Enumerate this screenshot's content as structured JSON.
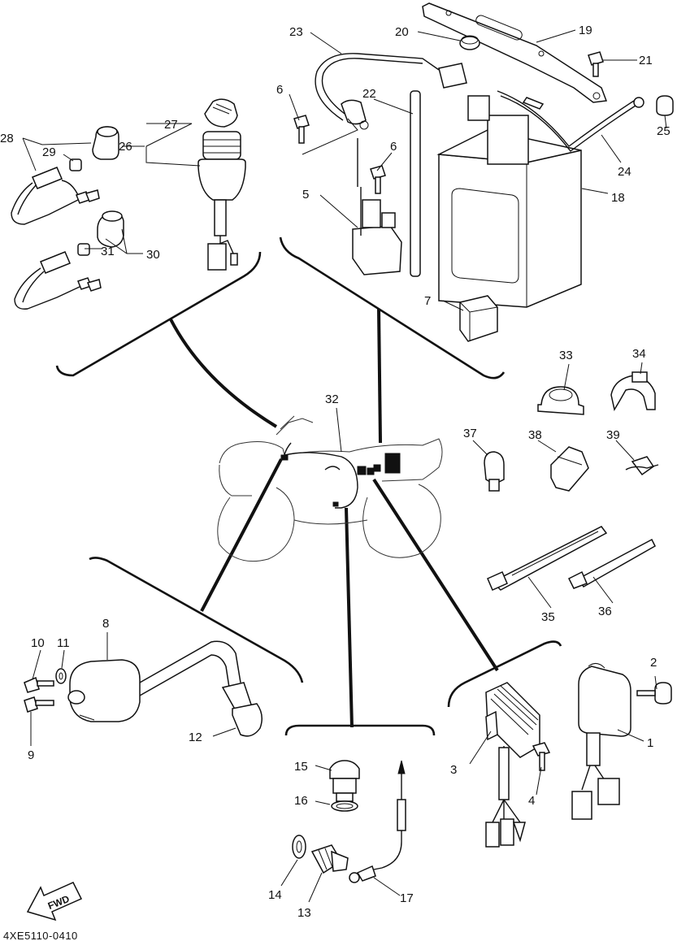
{
  "diagram": {
    "reference_code": "4XE5110-0410",
    "forward_label": "FWD",
    "callouts": [
      "1",
      "2",
      "3",
      "4",
      "5",
      "6",
      "6",
      "7",
      "8",
      "9",
      "10",
      "11",
      "12",
      "13",
      "14",
      "15",
      "16",
      "17",
      "18",
      "19",
      "20",
      "21",
      "22",
      "23",
      "24",
      "25",
      "26",
      "27",
      "28",
      "29",
      "30",
      "31",
      "32",
      "33",
      "34",
      "35",
      "36",
      "37",
      "38",
      "39"
    ]
  }
}
